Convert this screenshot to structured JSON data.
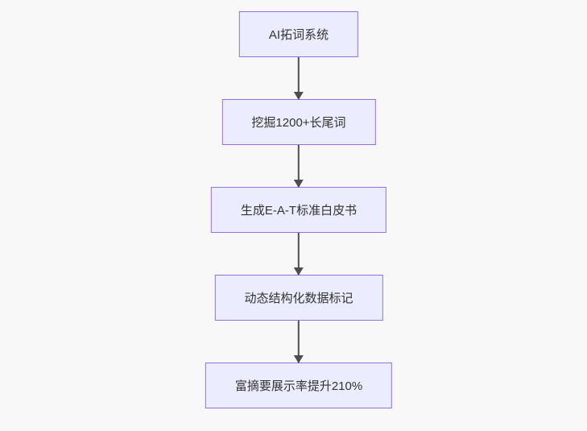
{
  "diagram": {
    "type": "flowchart",
    "direction": "top-down",
    "nodes": [
      {
        "id": "A",
        "label": "AI拓词系统"
      },
      {
        "id": "B",
        "label": "挖掘1200+长尾词"
      },
      {
        "id": "C",
        "label": "生成E-A-T标准白皮书"
      },
      {
        "id": "D",
        "label": "动态结构化数据标记"
      },
      {
        "id": "E",
        "label": "富摘要展示率提升210%"
      }
    ],
    "edges": [
      {
        "from": "A",
        "to": "B"
      },
      {
        "from": "B",
        "to": "C"
      },
      {
        "from": "C",
        "to": "D"
      },
      {
        "from": "D",
        "to": "E"
      }
    ],
    "colors": {
      "background": "#f8f8f8",
      "node_fill": "#ECECFF",
      "node_border": "#9370DB",
      "text": "#333333",
      "arrow": "#4d4d4d"
    }
  }
}
